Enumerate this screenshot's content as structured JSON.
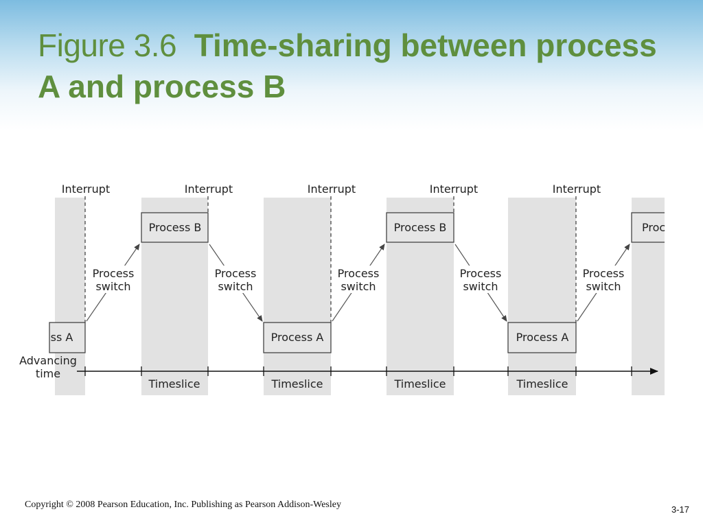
{
  "slide": {
    "figure_label": "Figure 3.6",
    "figure_caption": "Time-sharing between process A and process B"
  },
  "diagram": {
    "interrupt_label": "Interrupt",
    "process_switch_line1": "Process",
    "process_switch_line2": "switch",
    "advancing_time_line1": "Advancing",
    "advancing_time_line2": "time",
    "timeslice_label": "Timeslice",
    "process_a_label": "Process A",
    "process_b_label": "Process B",
    "process_a_partial": "ss A",
    "process_b_partial": "Proc",
    "colors": {
      "band": "#e2e2e2",
      "box": "#e6e6e6",
      "line": "#333333",
      "title": "#5f8f3e"
    }
  },
  "footer": {
    "copyright": "Copyright © 2008 Pearson Education, Inc. Publishing as Pearson Addison-Wesley",
    "page_number": "3-17"
  }
}
